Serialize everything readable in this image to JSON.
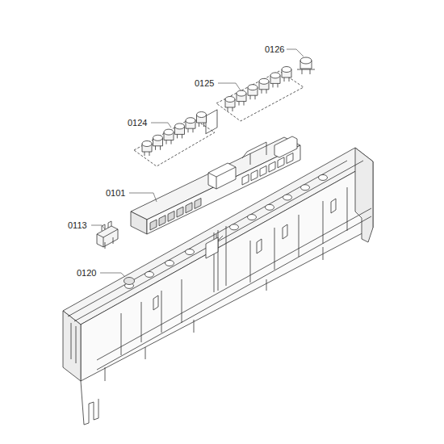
{
  "diagram": {
    "labels": [
      "0126",
      "0125",
      "0124",
      "0101",
      "0113",
      "0120"
    ]
  }
}
